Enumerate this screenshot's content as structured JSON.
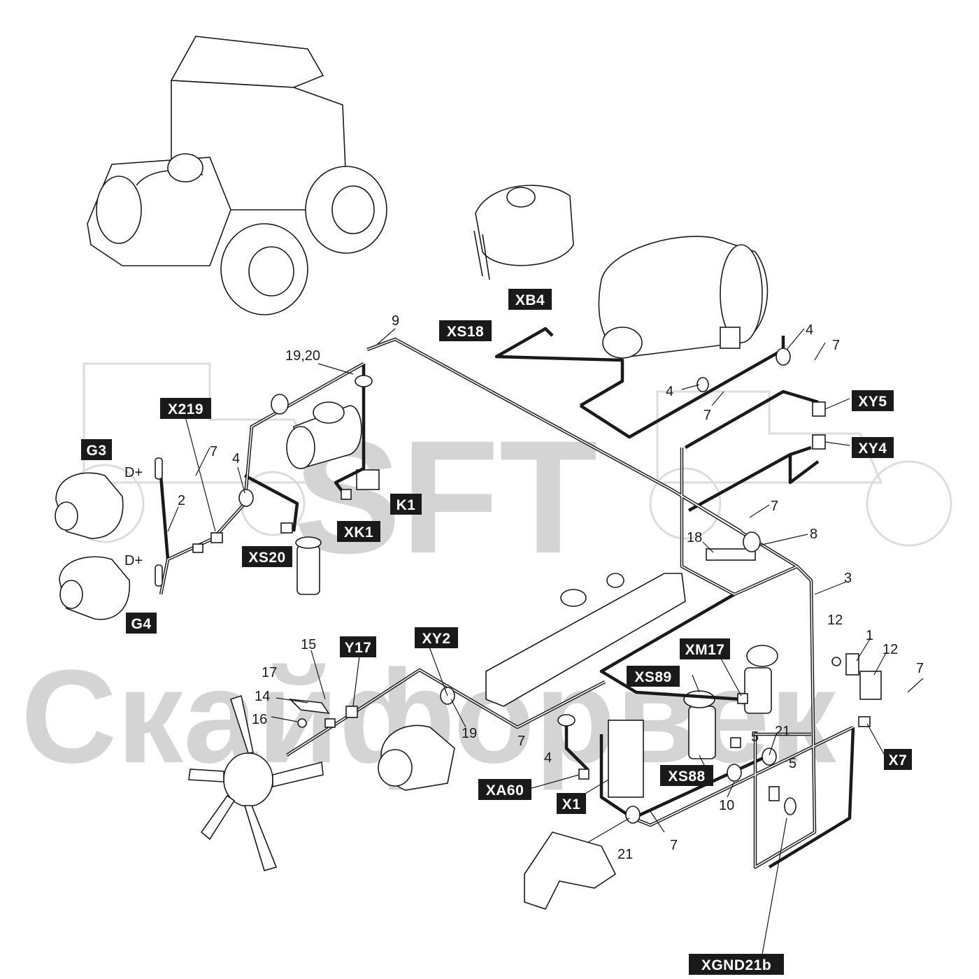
{
  "watermark": {
    "line1": "SFT",
    "line2": "Скайфорвек"
  },
  "connector_labels": [
    {
      "id": "XB4",
      "text": "XB4"
    },
    {
      "id": "XS18",
      "text": "XS18"
    },
    {
      "id": "X219",
      "text": "X219"
    },
    {
      "id": "G3",
      "text": "G3"
    },
    {
      "id": "G4",
      "text": "G4"
    },
    {
      "id": "XS20",
      "text": "XS20"
    },
    {
      "id": "XK1",
      "text": "XK1"
    },
    {
      "id": "K1",
      "text": "K1"
    },
    {
      "id": "XY5",
      "text": "XY5"
    },
    {
      "id": "XY4",
      "text": "XY4"
    },
    {
      "id": "Y17",
      "text": "Y17"
    },
    {
      "id": "XY2",
      "text": "XY2"
    },
    {
      "id": "XM17",
      "text": "XM17"
    },
    {
      "id": "XS89",
      "text": "XS89"
    },
    {
      "id": "XS88",
      "text": "XS88"
    },
    {
      "id": "XA60",
      "text": "XA60"
    },
    {
      "id": "X1",
      "text": "X1"
    },
    {
      "id": "X7",
      "text": "X7"
    },
    {
      "id": "XGND21b",
      "text": "XGND21b"
    }
  ],
  "callouts": [
    {
      "id": "c9",
      "text": "9"
    },
    {
      "id": "c1920",
      "text": "19,20"
    },
    {
      "id": "c4a",
      "text": "4"
    },
    {
      "id": "c7a",
      "text": "7"
    },
    {
      "id": "c4b",
      "text": "4"
    },
    {
      "id": "c7b",
      "text": "7"
    },
    {
      "id": "c7c",
      "text": "7"
    },
    {
      "id": "c4c",
      "text": "4"
    },
    {
      "id": "cDplus1",
      "text": "D+"
    },
    {
      "id": "c2",
      "text": "2"
    },
    {
      "id": "cDplus2",
      "text": "D+"
    },
    {
      "id": "c7d",
      "text": "7"
    },
    {
      "id": "c8",
      "text": "8"
    },
    {
      "id": "c18",
      "text": "18"
    },
    {
      "id": "c3",
      "text": "3"
    },
    {
      "id": "c12a",
      "text": "12"
    },
    {
      "id": "c1",
      "text": "1"
    },
    {
      "id": "c12b",
      "text": "12"
    },
    {
      "id": "c7e",
      "text": "7"
    },
    {
      "id": "c15",
      "text": "15"
    },
    {
      "id": "c17",
      "text": "17"
    },
    {
      "id": "c14",
      "text": "14"
    },
    {
      "id": "c16",
      "text": "16"
    },
    {
      "id": "c19",
      "text": "19"
    },
    {
      "id": "c7f",
      "text": "7"
    },
    {
      "id": "c4d",
      "text": "4"
    },
    {
      "id": "c5a",
      "text": "5"
    },
    {
      "id": "c21a",
      "text": "21"
    },
    {
      "id": "c5b",
      "text": "5"
    },
    {
      "id": "c10",
      "text": "10"
    },
    {
      "id": "c21b",
      "text": "21"
    },
    {
      "id": "c7g",
      "text": "7"
    }
  ]
}
